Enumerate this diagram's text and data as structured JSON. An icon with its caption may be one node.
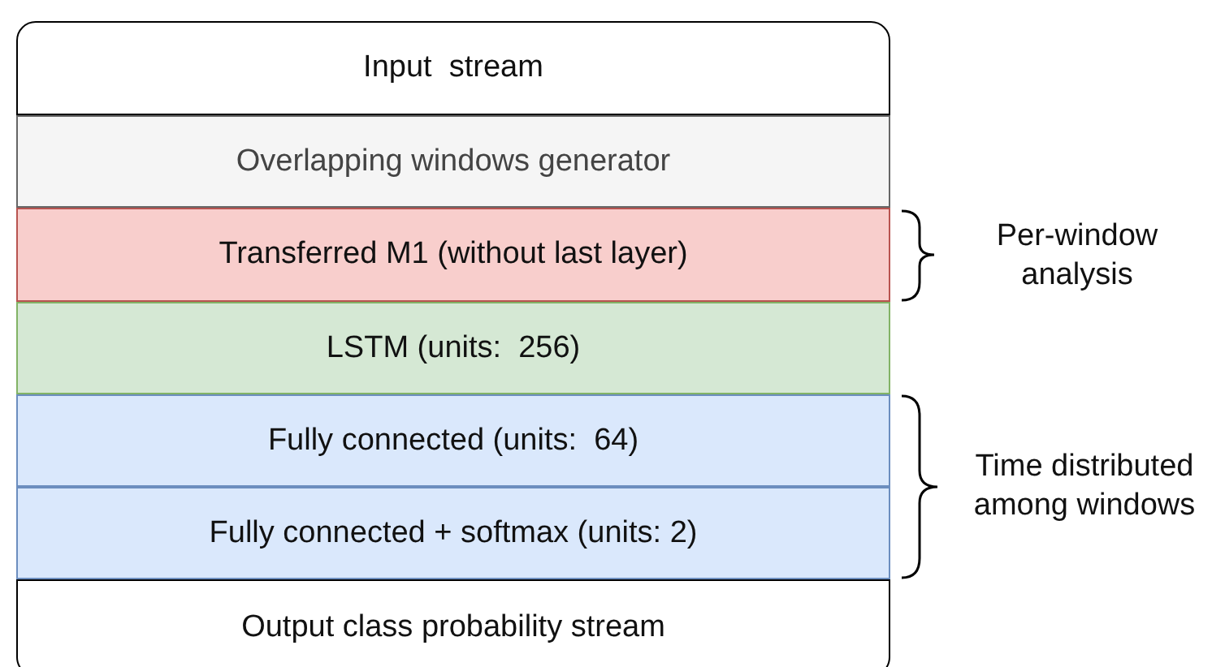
{
  "diagram": {
    "nodes": [
      {
        "text": [
          "Input  stream"
        ]
      },
      {
        "text": [
          "Overlapping windows generator"
        ]
      },
      {
        "text": [
          "Transferred M1 (without last layer)"
        ]
      },
      {
        "text": [
          "LSTM (units:  256)"
        ]
      },
      {
        "text": [
          "Fully connected (units:  64)"
        ]
      },
      {
        "text": [
          "Fully connected + softmax (units: 2)"
        ]
      },
      {
        "text": [
          "Output class probability stream"
        ]
      }
    ],
    "labels": [
      "Per-window analysis",
      "Time distributed among windows"
    ]
  }
}
